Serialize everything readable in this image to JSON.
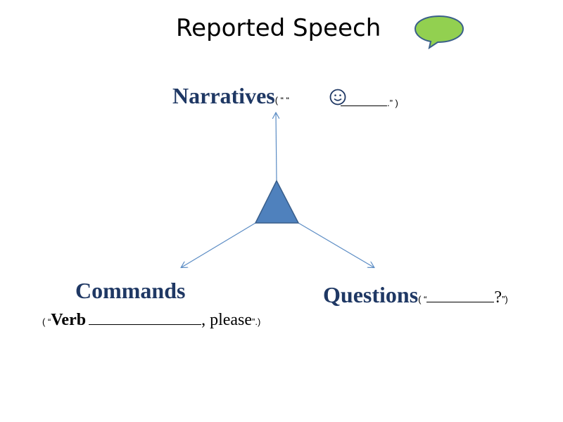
{
  "title": "Reported Speech",
  "colors": {
    "bubble_fill": "#92d050",
    "bubble_stroke": "#3a5f8a",
    "triangle_fill": "#4f81bd",
    "triangle_stroke": "#385d8a",
    "arrow": "#5b8cc4",
    "heading": "#1f3864"
  },
  "icons": {
    "bubble": "speech-bubble-icon",
    "smiley": "smiley-face-icon"
  },
  "narratives": {
    "heading": "Narratives",
    "open": "( “ “",
    "close": ".” )"
  },
  "commands": {
    "heading": "Commands",
    "open": "( “",
    "verb": "Verb",
    "please": ", please",
    "close": "”.)"
  },
  "questions": {
    "heading": "Questions",
    "open": "( “",
    "mark": "?",
    "close": "”)"
  }
}
